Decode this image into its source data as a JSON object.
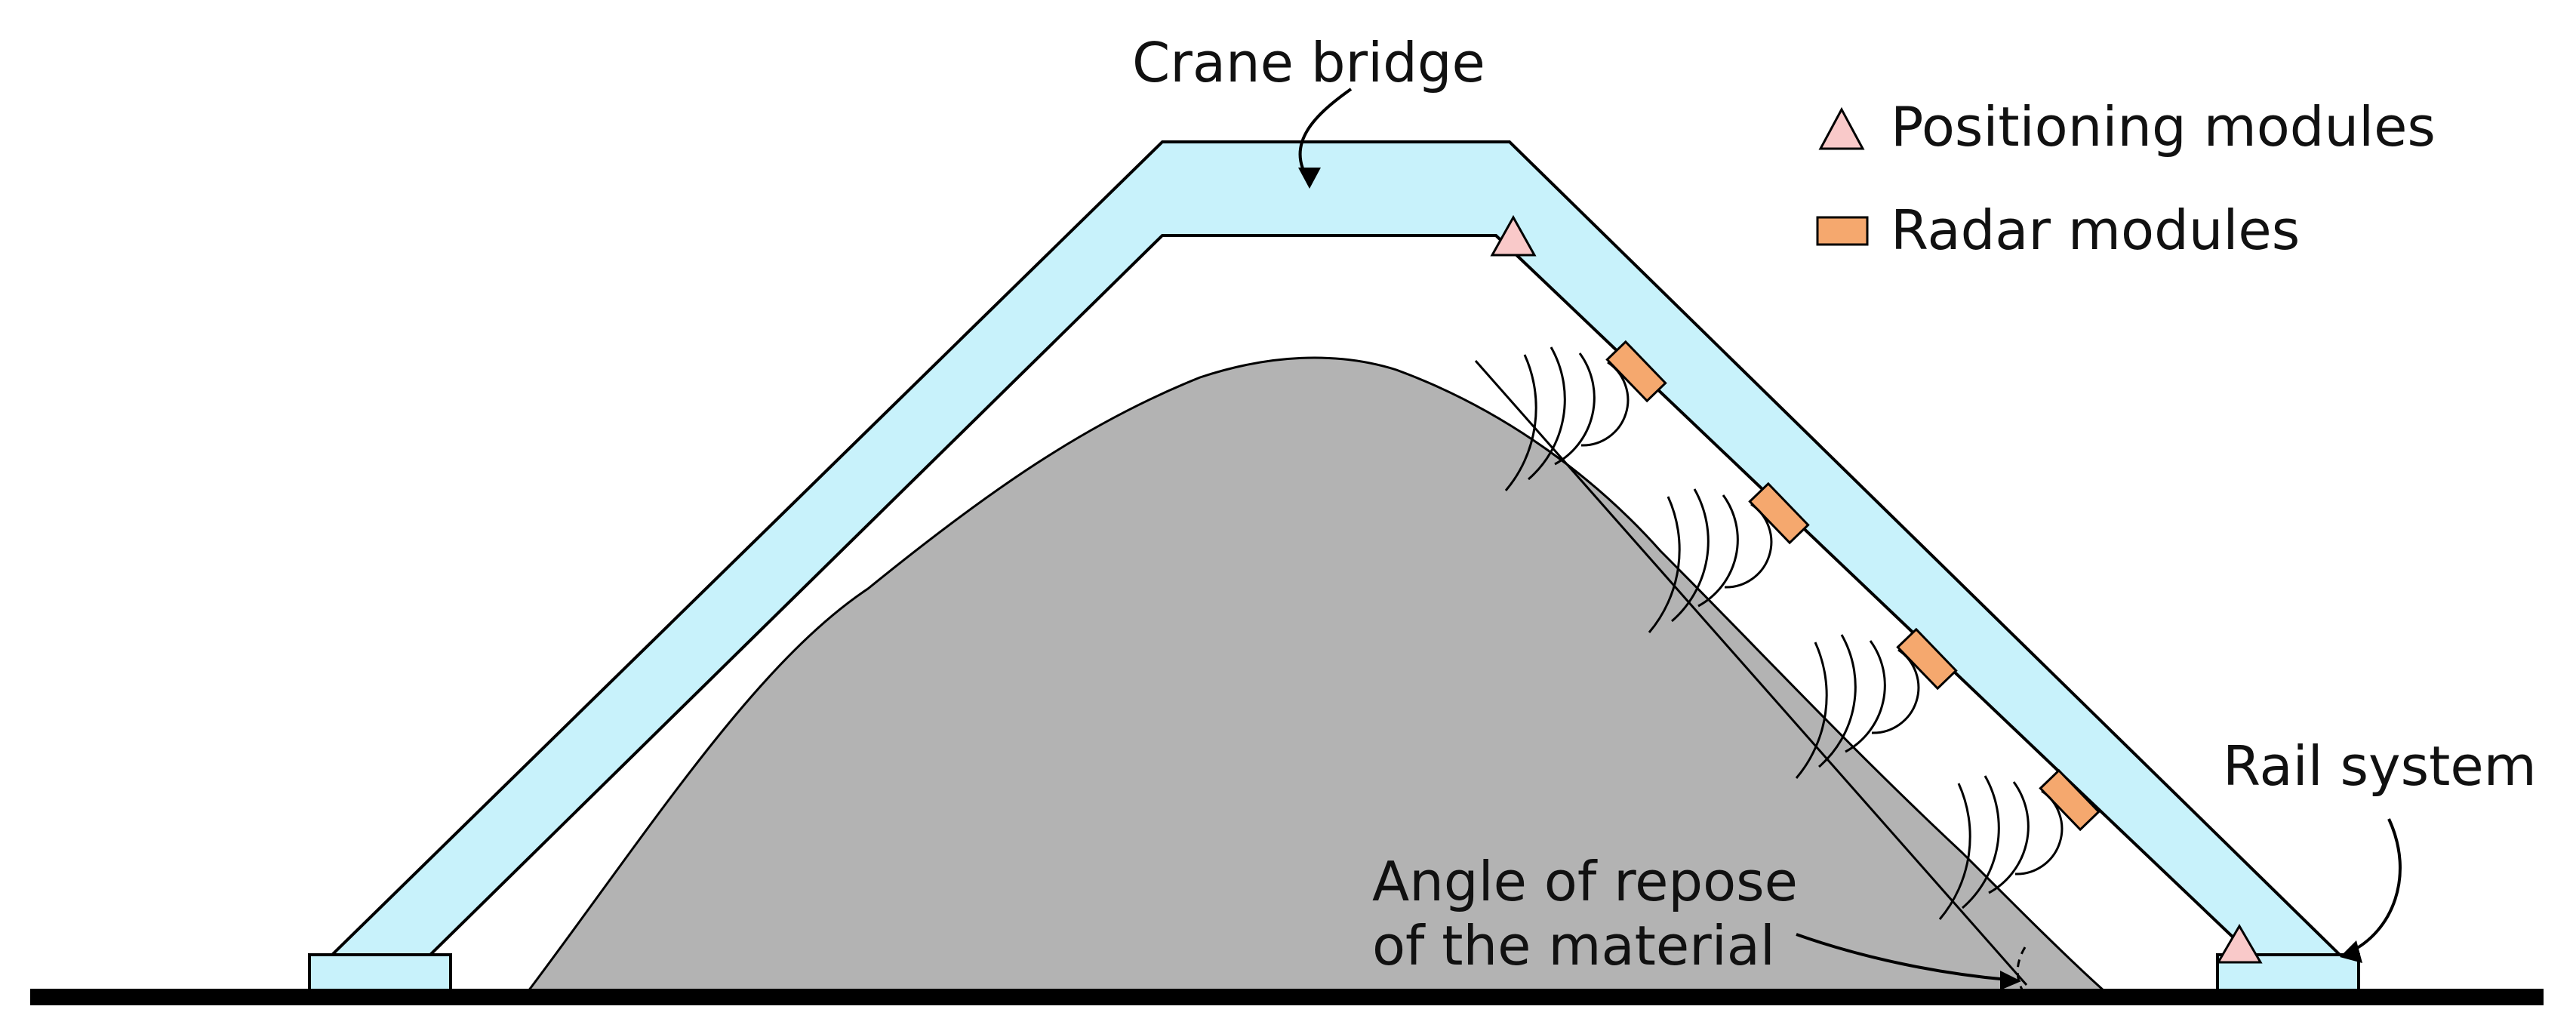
{
  "labels": {
    "crane_bridge": "Crane bridge",
    "rail_system": "Rail system",
    "angle_of_repose_line1": "Angle of repose",
    "angle_of_repose_line2": "of the material"
  },
  "legend": {
    "positioning": {
      "label": "Positioning modules",
      "icon": "triangle-icon",
      "color": "#f9c9c9"
    },
    "radar": {
      "label": "Radar modules",
      "icon": "rectangle-icon",
      "color": "#f5a86e"
    }
  },
  "colors": {
    "bridge_fill": "#c8f2fb",
    "pile_fill": "#b3b3b3",
    "ground": "#000000",
    "outline": "#000000"
  }
}
